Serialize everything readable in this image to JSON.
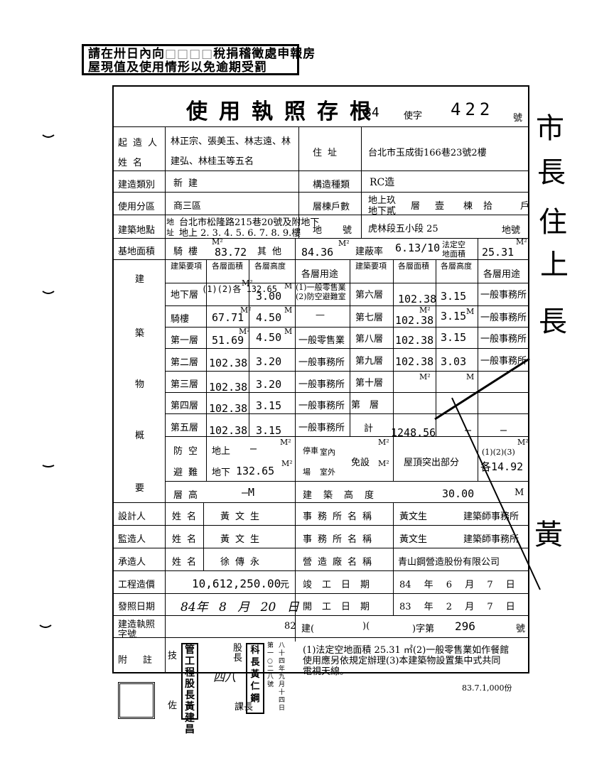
{
  "notice": {
    "line1": "請在卅日內向",
    "line1b": "稅捐稽徵處申報房",
    "line2": "屋現值及使用情形以免逾期受罰"
  },
  "header": {
    "title": "使用執照存根",
    "year": "84",
    "type": "使字",
    "number": "422",
    "suffix": "號"
  },
  "owner": {
    "label1": "起造人",
    "label2": "姓名",
    "names1": "林正宗、張美玉、林志遠、林",
    "names2": "建弘、林桂玉等五名",
    "addr_label": "住址",
    "address": "台北市玉成街166巷23號2樓"
  },
  "row_type": {
    "label": "建造類別",
    "value": "新建",
    "struct_label": "構造種類",
    "struct_value": "RC造"
  },
  "row_zone": {
    "label": "使用分區",
    "value": "商三區",
    "floors_label": "層棟戶數",
    "above": "地上玖",
    "below": "地下貳",
    "layer": "層",
    "bldg": "壹",
    "bldg_unit": "棟",
    "units": "拾",
    "unit_label": "戶"
  },
  "row_site": {
    "label": "建築地點",
    "addr_k1": "地",
    "addr_k2": "址",
    "addr1": "台北市松隆路215巷20號及附地下",
    "addr2": "地上 2. 3. 4. 5. 6. 7. 8. 9.樓",
    "lot_label1": "地",
    "lot_label2": "號",
    "lot_value": "虎林段五小段 25",
    "lot_suffix": "地號"
  },
  "row_area": {
    "label": "基地面積",
    "k1": "騎樓",
    "v1": "83.72",
    "k2": "其他",
    "v2": "84.36",
    "ratio_label": "建蔽率",
    "ratio": "6.13/10",
    "open_label1": "法定空",
    "open_label2": "地面積",
    "open_value": "25.31",
    "unit": "M²"
  },
  "bldg": {
    "side1": "建",
    "side2": "築",
    "side3": "物",
    "side4": "概",
    "side5": "要",
    "h_item": "建築要項",
    "h_area": "各層面積",
    "h_height": "各層高度",
    "h_use": "各層用途",
    "left_rows": [
      {
        "name": "地下層",
        "area": "(1)(2)各 132.65",
        "height": "3.00",
        "use": "(1)一般零售業 (2)防空避難室"
      },
      {
        "name": "騎樓",
        "area": "67.71",
        "height": "4.50",
        "use": "—"
      },
      {
        "name": "第一層",
        "area": "51.69",
        "height": "4.50",
        "use": "一般零售業"
      },
      {
        "name": "第二層",
        "area": "102.38",
        "height": "3.20",
        "use": "一般事務所"
      },
      {
        "name": "第三層",
        "area": "102.38",
        "height": "3.20",
        "use": "一般事務所"
      },
      {
        "name": "第四層",
        "area": "102.38",
        "height": "3.15",
        "use": "一般事務所"
      },
      {
        "name": "第五層",
        "area": "102.38",
        "height": "3.15",
        "use": "一般事務所"
      }
    ],
    "right_rows": [
      {
        "name": "第六層",
        "area": "102.38",
        "height": "3.15",
        "use": "一般事務所"
      },
      {
        "name": "第七層",
        "area": "102.38",
        "height": "3.15",
        "use": "一般事務所"
      },
      {
        "name": "第八層",
        "area": "102.38",
        "height": "3.15",
        "use": "一般事務所"
      },
      {
        "name": "第九層",
        "area": "102.38",
        "height": "3.03",
        "use": "一般事務所"
      },
      {
        "name": "第十層",
        "area": "",
        "height": "",
        "use": ""
      },
      {
        "name": "第　層",
        "area": "",
        "height": "",
        "use": ""
      },
      {
        "name": "計",
        "area": "1248.56",
        "height": "—",
        "use": "—"
      }
    ],
    "shelter_label1": "防空",
    "shelter_label2": "避難",
    "shelter_above": "地上",
    "shelter_above_val": "—",
    "shelter_below": "地下",
    "shelter_below_val": "132.65",
    "parking_label1": "停車",
    "parking_label2": "場",
    "indoor": "室內",
    "outdoor": "室外",
    "parking_val": "免設",
    "roof_label": "屋頂突出部分",
    "roof_val1": "(1)(2)(3)",
    "roof_val2": "各14.92",
    "floor_h_label": "層高",
    "floor_h_val": "—M",
    "bh_label": "建築高度",
    "bh_val": "30.00",
    "bh_unit": "M",
    "unit_m2": "M²",
    "unit_m": "M"
  },
  "people": [
    {
      "role": "設計人",
      "k": "姓名",
      "name": "黃文生",
      "k2": "事務所名稱",
      "org": "黃文生",
      "org2": "建築師事務所"
    },
    {
      "role": "監造人",
      "k": "姓名",
      "name": "黃文生",
      "k2": "事務所名稱",
      "org": "黃文生",
      "org2": "建築師事務所"
    },
    {
      "role": "承造人",
      "k": "姓名",
      "name": "徐傳永",
      "k2": "營造廠名稱",
      "org": "青山鋼營造股份有限公司",
      "org2": ""
    }
  ],
  "cost": {
    "label": "工程造價",
    "value": "10,612,250.00",
    "unit": "元",
    "done_label": "竣工日期",
    "done": "84 年 6 月 7 日"
  },
  "issue": {
    "label": "發照日期",
    "value": "84年 8 月 20 日",
    "start_label": "開工日期",
    "start": "83 年 2 月 7 日"
  },
  "permit": {
    "label1": "建造執照",
    "label2": "字號",
    "year": "82",
    "k1": "建(",
    "k2": ")(",
    "k3": ")字第",
    "num": "296",
    "suffix": "號"
  },
  "notes": {
    "label": "附註",
    "text1": "(1)法定空地面積 25.31 ㎡(2)一般零售業如作餐館",
    "text2": "使用應另依規定辦理(3)本建築物設置集中式共同",
    "text3": "電視天線。"
  },
  "seals": {
    "c1": "技",
    "c2": "佐",
    "chief": "股長",
    "leader": "課長",
    "s1": "管工程股長黃建昌",
    "s2": "科長黃仁鋼",
    "s3": "四八",
    "r1": "第一○二八號",
    "r2": "八十四年九月十四日"
  },
  "footer": {
    "print": "83.7.1,000份"
  },
  "margin": {
    "c1": "市",
    "c2": "長",
    "c3": "住",
    "c4": "上",
    "c5": "長",
    "c6": "黃"
  }
}
